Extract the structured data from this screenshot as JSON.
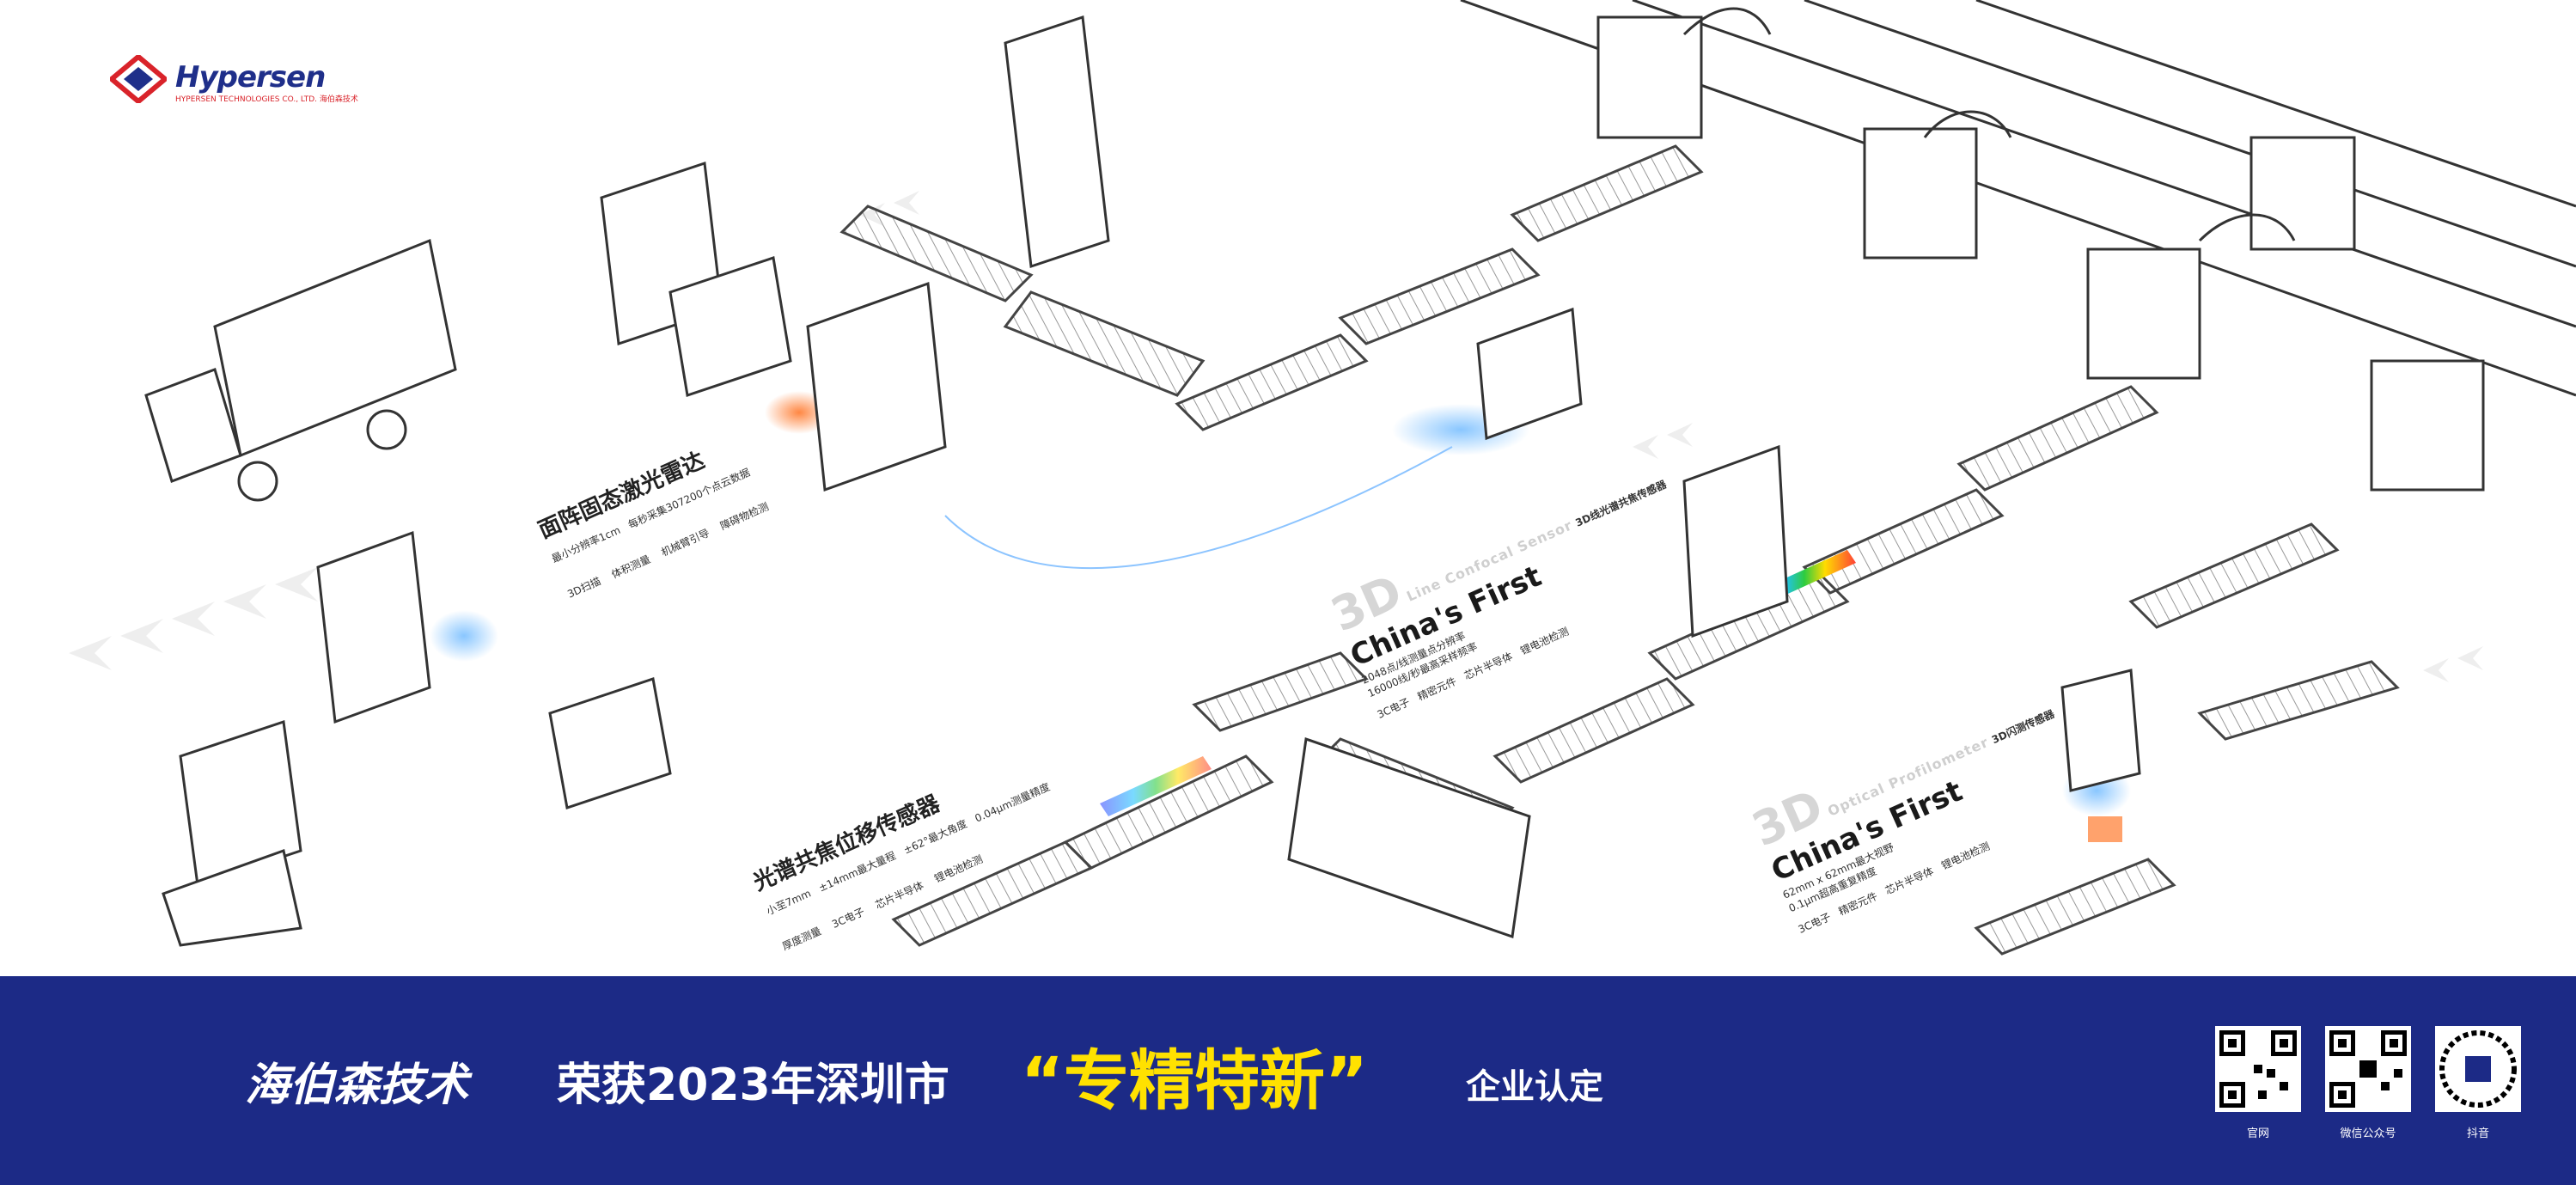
{
  "logo": {
    "brand": "Hypersen",
    "subtitle_en": "HYPERSEN TECHNOLOGIES CO., LTD.",
    "subtitle_cn": "海伯森技术"
  },
  "lidar_section": {
    "title": "面阵固态激光雷达",
    "spec1": "最小分辨率1cm",
    "spec2": "每秒采集307200个点云数据",
    "feat1": "3D扫描",
    "feat2": "体积测量",
    "feat3": "机械臂引导",
    "feat4": "障碍物检测"
  },
  "confocal_section": {
    "title": "光谱共焦位移传感器",
    "spec1": "小至7mm",
    "spec2": "±14mm最大量程",
    "spec3": "±62°最大角度",
    "spec4": "0.04μm测量精度",
    "feat1": "厚度测量",
    "feat2": "3C电子",
    "feat3": "芯片半导体",
    "feat4": "锂电池检测"
  },
  "line_confocal": {
    "big": "3D",
    "en_sub": "Line Confocal Sensor",
    "cn": "3D线光谱共焦传感器",
    "first": "China's First",
    "spec1": "2048点/线测量点分辨率",
    "spec2": "16000线/秒最高采样频率",
    "feat1": "3C电子",
    "feat2": "精密元件",
    "feat3": "芯片半导体",
    "feat4": "锂电池检测"
  },
  "profilometer": {
    "big": "3D",
    "en_sub": "Optical Profilometer",
    "cn": "3D闪测传感器",
    "first": "China's First",
    "spec1": "62mm x 62mm最大视野",
    "spec2": "0.1μm超高重复精度",
    "feat1": "3C电子",
    "feat2": "精密元件",
    "feat3": "芯片半导体",
    "feat4": "锂电池检测"
  },
  "banner": {
    "company": "海伯森技术",
    "honor": "荣获2023年深圳市",
    "award": "“专精特新”",
    "suffix": "企业认定"
  },
  "qr_codes": [
    {
      "label": "官网"
    },
    {
      "label": "微信公众号"
    },
    {
      "label": "抖音"
    }
  ],
  "colors": {
    "brand_blue": "#1c2a86",
    "brand_red": "#d9232a",
    "highlight_yellow": "#ffe100",
    "sensor_beam": "#6fb6ff",
    "laser_orange": "#ff7a2e"
  }
}
